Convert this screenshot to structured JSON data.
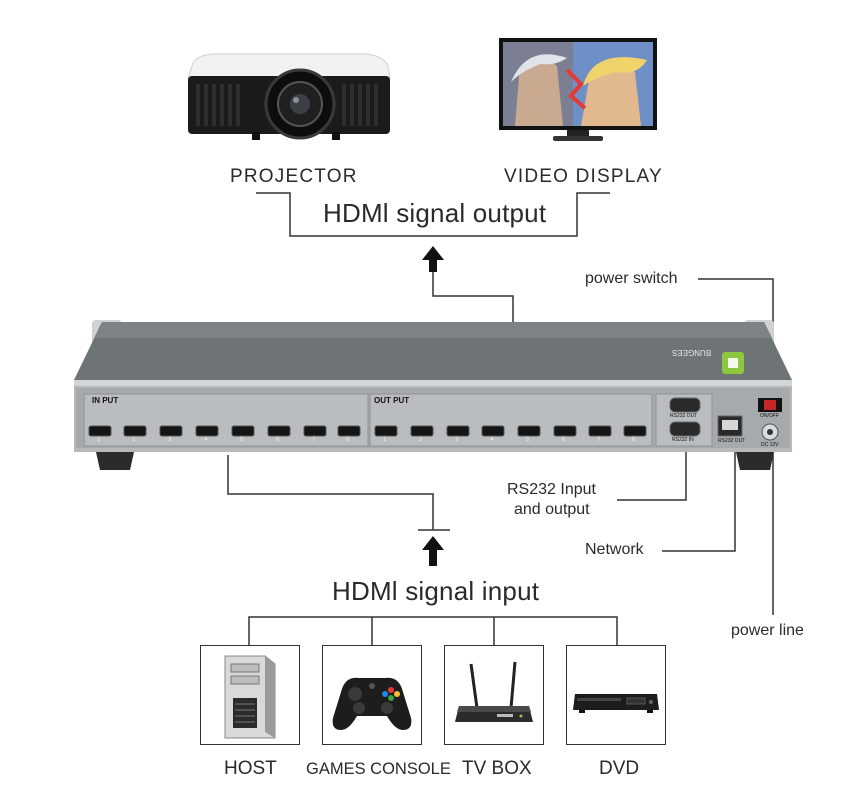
{
  "outputs": {
    "projector": "PROJECTOR",
    "display": "VIDEO DISPLAY",
    "signal_output": "HDMl signal output"
  },
  "device": {
    "brand": "BUNGEES",
    "input_label": "IN PUT",
    "output_label": "OUT PUT",
    "port_numbers": [
      "1",
      "2",
      "3",
      "4",
      "5",
      "6",
      "7",
      "8"
    ],
    "rs232_out": "RS232 OUT",
    "rs232_in": "RS232 IN",
    "net_port": "RS232 OUT",
    "switch_label": "ON/OFF",
    "dc_label": "DC 12V"
  },
  "callouts": {
    "power_switch": "power switch",
    "rs232_line1": "RS232 Input",
    "rs232_line2": "and output",
    "network": "Network",
    "power_line": "power line"
  },
  "inputs": {
    "signal_input": "HDMl signal input",
    "sources": [
      "HOST",
      "GAMES CONSOLE",
      "TV BOX",
      "DVD"
    ]
  },
  "colors": {
    "line": "#333333",
    "chassis_top": "#6e7376",
    "panel": "#9ea3a6",
    "brand_green": "#8dc63f"
  }
}
